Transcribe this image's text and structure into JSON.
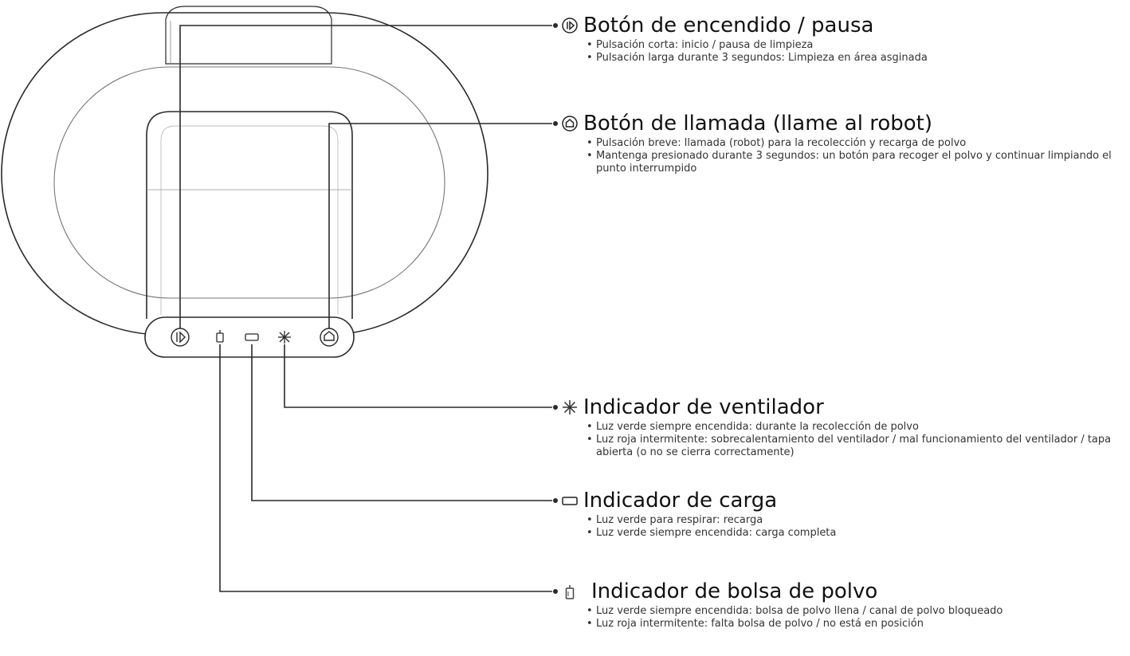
{
  "stroke_color": "#2a2a2a",
  "callouts": [
    {
      "id": "power",
      "icon": "power-pause-icon",
      "title": "Botón de encendido / pausa",
      "bullets": [
        "Pulsación corta: inicio / pausa de limpieza",
        "Pulsación larga durante 3 segundos: Limpieza en área asginada"
      ]
    },
    {
      "id": "call",
      "icon": "home-call-icon",
      "title": "Botón de llamada (llame al robot)",
      "bullets": [
        "Pulsación breve: llamada (robot) para la recolección y recarga de polvo",
        "Mantenga presionado durante 3 segundos: un botón para recoger el polvo y continuar limpiando el punto interrumpido"
      ]
    },
    {
      "id": "fan",
      "icon": "fan-icon",
      "title": "Indicador de ventilador",
      "bullets": [
        "Luz verde siempre encendida: durante la recolección de polvo",
        "Luz roja intermitente: sobrecalentamiento del ventilador / mal funcionamiento del ventilador / tapa abierta (o no se cierra correctamente)"
      ]
    },
    {
      "id": "charge",
      "icon": "battery-icon",
      "title": "Indicador de carga",
      "bullets": [
        "Luz verde para respirar: recarga",
        "Luz verde siempre encendida: carga completa"
      ]
    },
    {
      "id": "dustbag",
      "icon": "dust-bag-icon",
      "title": "Indicador de bolsa de polvo",
      "bullets": [
        "Luz verde siempre encendida: bolsa de polvo llena / canal de polvo bloqueado",
        "Luz roja intermitente: falta bolsa de polvo / no está en posición"
      ]
    }
  ]
}
